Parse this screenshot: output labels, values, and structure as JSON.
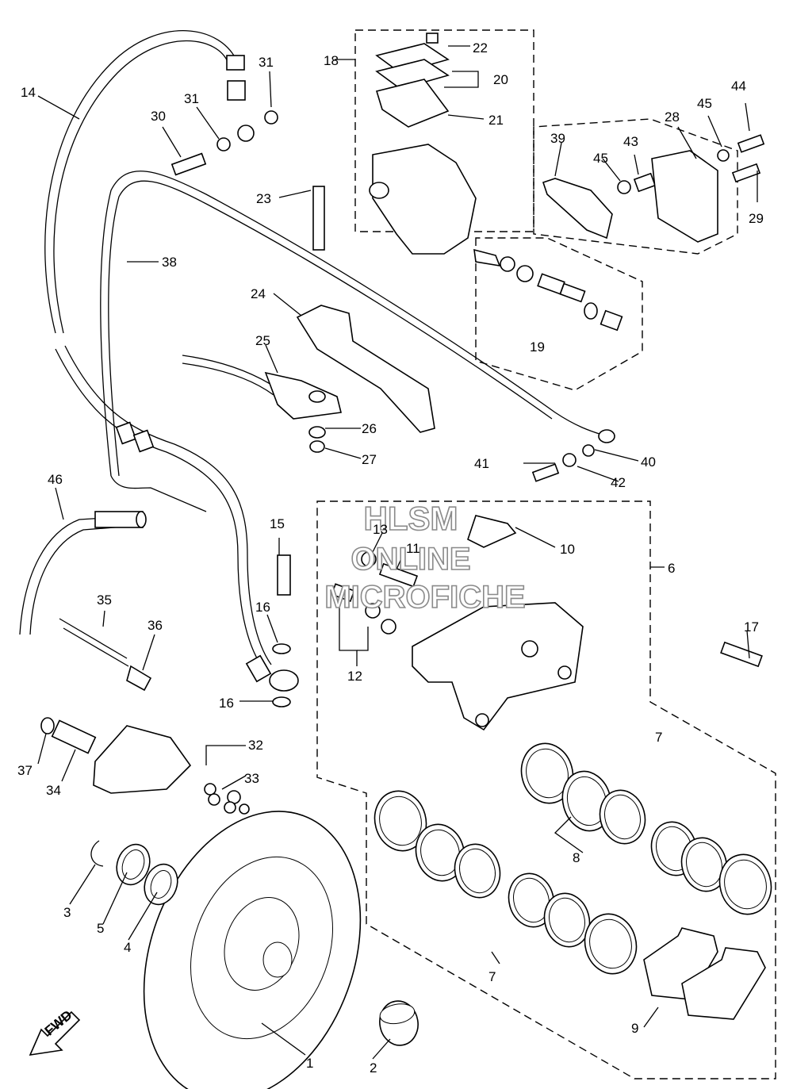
{
  "watermark": {
    "line1": "HLSM",
    "line2": "ONLINE",
    "line3": "MICROFICHE"
  },
  "direction_arrow": "FWD",
  "callouts": [
    "1",
    "2",
    "3",
    "4",
    "5",
    "6",
    "7",
    "7",
    "8",
    "9",
    "10",
    "11",
    "12",
    "13",
    "14",
    "15",
    "16",
    "16",
    "17",
    "18",
    "19",
    "20",
    "21",
    "22",
    "23",
    "24",
    "25",
    "26",
    "27",
    "28",
    "29",
    "30",
    "31",
    "31",
    "32",
    "33",
    "34",
    "35",
    "36",
    "37",
    "38",
    "39",
    "40",
    "41",
    "42",
    "43",
    "44",
    "45",
    "45",
    "46"
  ]
}
